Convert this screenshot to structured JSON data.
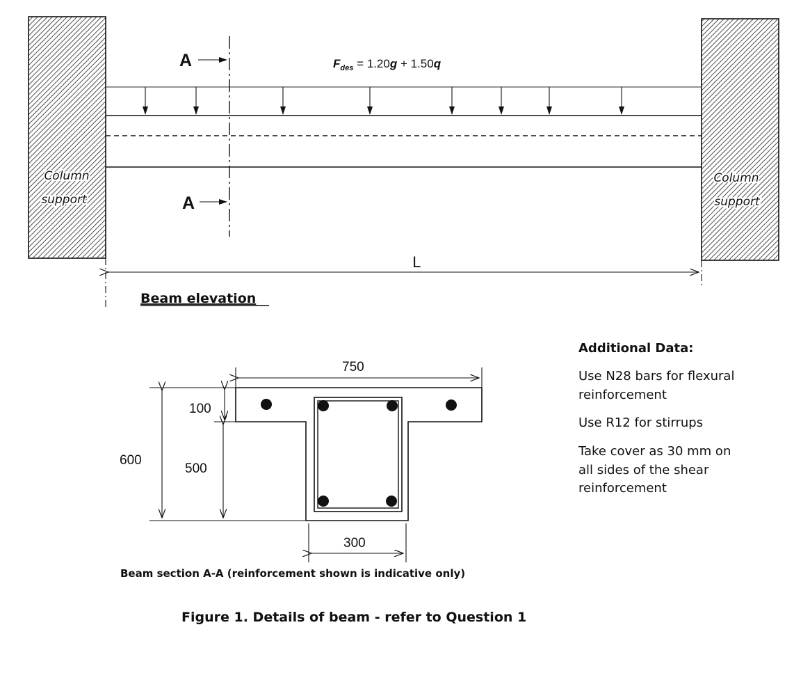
{
  "elevation": {
    "section_label_top": "A",
    "section_label_bottom": "A",
    "load_prefix": "F",
    "load_subscript": "des",
    "load_eq_part1": " = 1.20",
    "load_g": "g",
    "load_eq_part2": " + 1.50",
    "load_q": "q",
    "left_column_line1": "Column",
    "left_column_line2": "support",
    "right_column_line1": "Column",
    "right_column_line2": "support",
    "span_label": "L",
    "caption": "Beam elevation"
  },
  "section": {
    "flange_width": "750",
    "flange_depth": "100",
    "web_height": "500",
    "total_depth": "600",
    "web_width": "300",
    "caption": "Beam section A-A (reinforcement shown is indicative only)"
  },
  "additional_data": {
    "heading": "Additional Data:",
    "item1_line1": "Use N28 bars for flexural",
    "item1_line2": "reinforcement",
    "item2_line1": "Use R12 for stirrups",
    "item3_line1": "Take cover as 30 mm on",
    "item3_line2": "all sides of the shear",
    "item3_line3": "reinforcement"
  },
  "figure_caption": "Figure 1. Details of beam - refer to Question 1"
}
